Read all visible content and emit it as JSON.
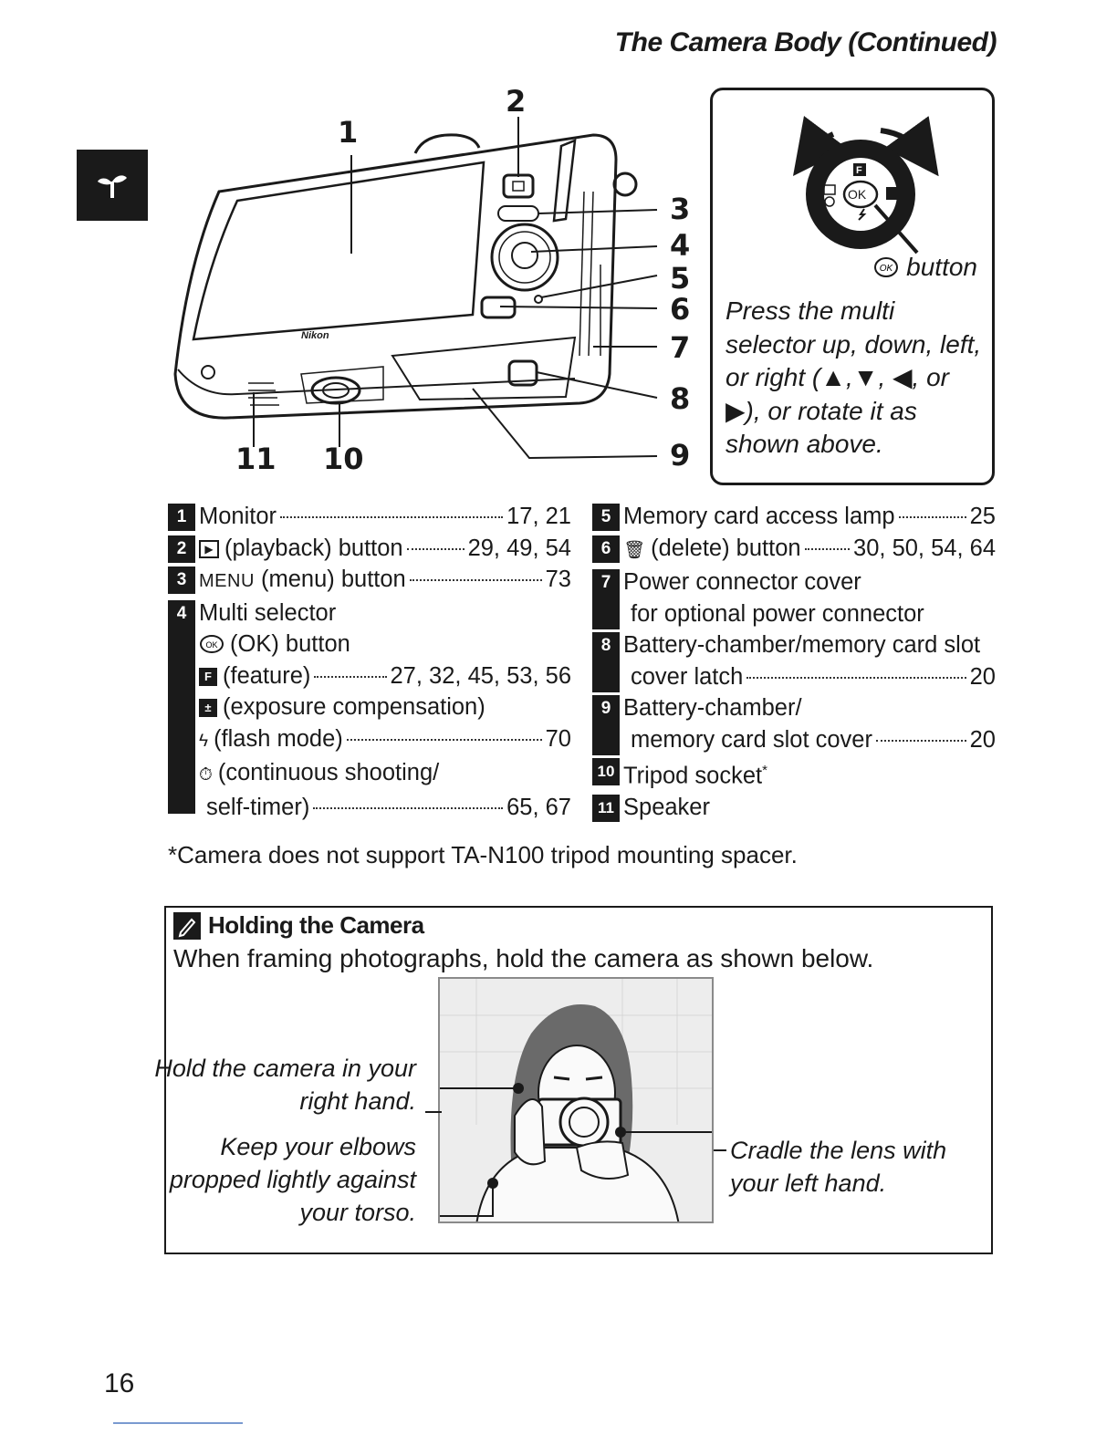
{
  "header": {
    "title": "The Camera Body (Continued)"
  },
  "side_tab": {
    "icon": "sprout-icon"
  },
  "diagram": {
    "callouts": [
      "1",
      "2",
      "3",
      "4",
      "5",
      "6",
      "7",
      "8",
      "9",
      "10",
      "11"
    ],
    "brand": "Nikon"
  },
  "multi_selector": {
    "dial_labels": {
      "top": "F",
      "center": "OK"
    },
    "ok_caption": "button",
    "description": "Press the multi selector up, down, left, or right (▲,▼, ◀, or ▶), or rotate it as shown above."
  },
  "legend_left": [
    {
      "num": "1",
      "label": "Monitor",
      "pages": "17, 21"
    },
    {
      "num": "2",
      "label": "(playback) button",
      "pages": "29, 49, 54"
    },
    {
      "num": "3",
      "label_prefix": "MENU",
      "label": "(menu) button",
      "pages": "73"
    },
    {
      "num": "4",
      "label": "Multi selector",
      "subs": [
        {
          "label": "(OK) button",
          "pages": ""
        },
        {
          "label": "(feature)",
          "pages": "27, 32, 45, 53, 56"
        },
        {
          "label": "(exposure compensation)",
          "pages": ""
        },
        {
          "label": "(flash mode)",
          "pages": "70"
        },
        {
          "label": "(continuous shooting/",
          "pages": ""
        },
        {
          "label": "self-timer)",
          "pages": "65, 67"
        }
      ]
    }
  ],
  "legend_right": [
    {
      "num": "5",
      "label": "Memory card access lamp",
      "pages": "25"
    },
    {
      "num": "6",
      "label": "(delete) button",
      "pages": "30, 50, 54, 64"
    },
    {
      "num": "7",
      "label": "Power connector cover",
      "line2": "for optional power connector",
      "pages": ""
    },
    {
      "num": "8",
      "label": "Battery-chamber/memory card slot",
      "line2": "cover latch",
      "pages": "20"
    },
    {
      "num": "9",
      "label": "Battery-chamber/",
      "line2": "memory card slot cover",
      "pages": "20"
    },
    {
      "num": "10",
      "label": "Tripod socket",
      "mark": "*"
    },
    {
      "num": "11",
      "label": "Speaker"
    }
  ],
  "footnote": "*Camera does not support TA-N100 tripod mounting spacer.",
  "holding": {
    "title": "Holding the Camera",
    "intro": "When framing photographs, hold the camera as shown below.",
    "caption_right_hand": "Hold the camera in your right hand.",
    "caption_elbows": "Keep your elbows propped lightly against your torso.",
    "caption_lens": "Cradle the lens with your left hand."
  },
  "page_number": "16"
}
